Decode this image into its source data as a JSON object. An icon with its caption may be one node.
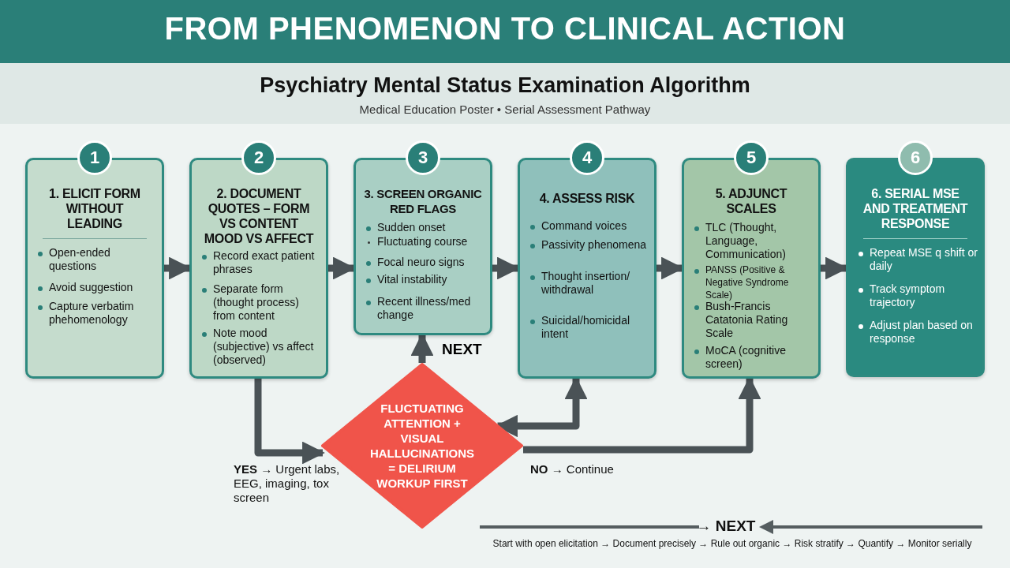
{
  "diagram": {
    "title": "FROM PHENOMENON TO CLINICAL ACTION",
    "nodes": [
      {
        "text": [
          "1",
          "1. ELICIT FORM WITHOUT LEADING",
          "Open-ended questions",
          "Avoid suggestion",
          "Capture verbatim phehomenology"
        ]
      },
      {
        "text": [
          "2",
          "2. DOCUMENT QUOTES – FORM VS CONTENT MOOD VS AFFECT",
          "Record exact patient phrases",
          "Separate form (thought process) from content",
          "Note mood (subjective) vs affect (observed)"
        ]
      },
      {
        "text": [
          "3",
          "3. SCREEN ORGANIC RED FLAGS",
          "Sudden onset",
          "Fluctuating course",
          "Focal neuro signs",
          "Vital instability",
          "Recent illness/med change"
        ]
      },
      {
        "text": [
          "4",
          "4. ASSESS RISK",
          "Command voices",
          "Passivity phenomena",
          "Thought insertion/ withdrawal",
          "Suicidal/homicidal intent"
        ]
      },
      {
        "text": [
          "5",
          "5. ADJUNCT SCALES",
          "TLC (Thought, Language, Communication)",
          "PANSS (Positive & Negative Syndrome Scale)",
          "Bush-Francis Catatonia Rating Scale",
          "MoCA (cognitive screen)"
        ]
      },
      {
        "text": [
          "6",
          "6. SERIAL MSE AND TREATMENT RESPONSE",
          "Repeat MSE q shift or daily",
          "Track symptom trajectory",
          "Adjust plan based on response"
        ]
      },
      {
        "text": [
          "FLUCTUATING ATTENTION + VISUAL HALLUCINATIONS = DELIRIUM WORKUP FIRST"
        ]
      }
    ],
    "edges": [
      {
        "from": 0,
        "to": 1,
        "arrow": "to"
      },
      {
        "from": 1,
        "to": 2,
        "arrow": "to"
      },
      {
        "from": 2,
        "to": 3,
        "arrow": "to"
      },
      {
        "from": 3,
        "to": 4,
        "arrow": "to"
      },
      {
        "from": 4,
        "to": 5,
        "arrow": "to"
      },
      {
        "from": 1,
        "to": 6,
        "arrow": "to"
      },
      {
        "from": 6,
        "to": 2,
        "arrow": "to",
        "label": "NEXT"
      },
      {
        "from": 6,
        "to": 3,
        "arrow": "both"
      },
      {
        "from": 6,
        "to": 4,
        "arrow": "to"
      }
    ],
    "labels": [
      "Psychiatry Mental Status Examination Algorithm",
      "Medical Education Poster • Serial Assessment Pathway",
      "**YES** → Urgent labs, EEG, imaging, tox screen",
      "**NO** → Continue",
      "→ NEXT",
      "Start with open elicitation → Document precisely → Rule out organic → Risk stratify → Quantify → Monitor serially"
    ]
  }
}
